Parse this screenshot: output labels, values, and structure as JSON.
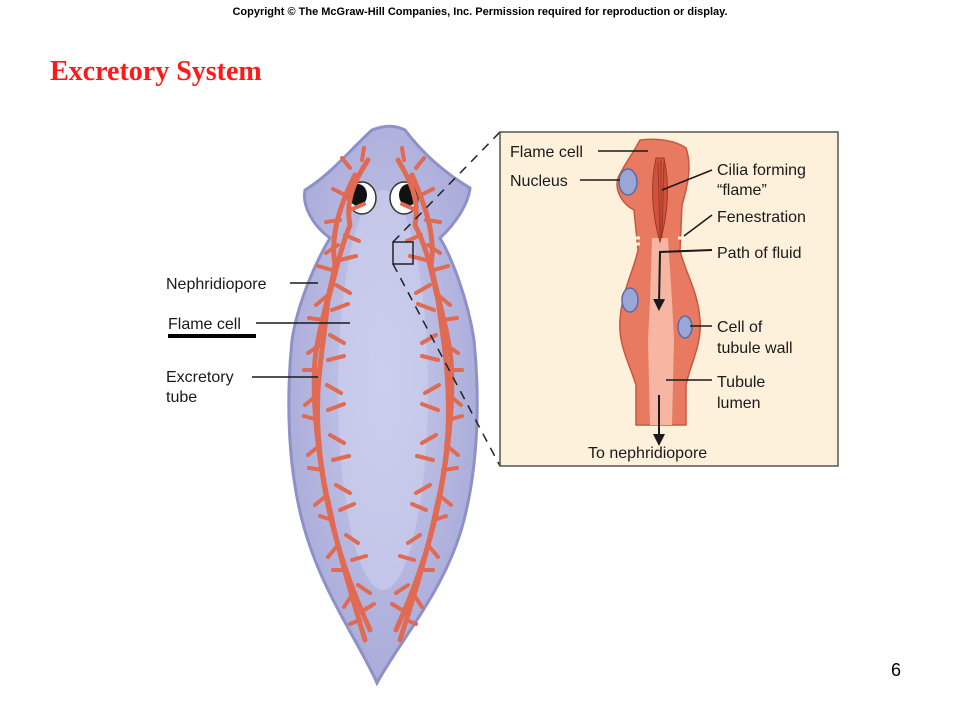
{
  "header": {
    "copyright": "Copyright © The McGraw-Hill Companies, Inc. Permission required for reproduction or display."
  },
  "slide": {
    "title": "Excretory System",
    "page_number": "6"
  },
  "body_labels": {
    "nephridiopore": "Nephridiopore",
    "flame_cell": "Flame cell",
    "excretory_tube_1": "Excretory",
    "excretory_tube_2": "tube"
  },
  "inset_labels": {
    "flame_cell": "Flame cell",
    "nucleus": "Nucleus",
    "cilia_1": "Cilia forming",
    "cilia_2": "“flame”",
    "fenestration": "Fenestration",
    "path_of_fluid": "Path of fluid",
    "cell_wall_1": "Cell of",
    "cell_wall_2": "tubule wall",
    "tubule_lumen_1": "Tubule",
    "tubule_lumen_2": "lumen",
    "to_nephridiopore": "To nephridiopore"
  },
  "colors": {
    "title": "#ff1a1a",
    "body_fill": "#b8b9e0",
    "body_stroke": "#8e90c8",
    "tubule": "#e06a52",
    "inset_bg": "#fdf1dc",
    "tubule_lumen": "#f6b6a2"
  }
}
